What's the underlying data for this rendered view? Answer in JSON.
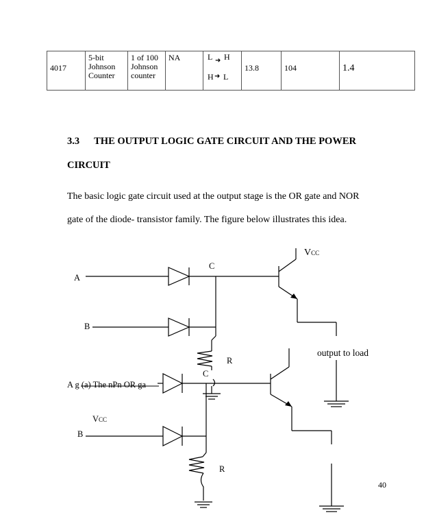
{
  "table": {
    "row": [
      "4017",
      "5-bit Johnson Counter",
      "1 of 100 Johnson counter",
      "NA",
      "",
      "13.8",
      "104",
      "1.4"
    ],
    "transition": {
      "top_from": "L",
      "top_to": "H",
      "bottom_from": "H",
      "bottom_to": "L"
    }
  },
  "section": {
    "number": "3.3",
    "title_line1": "THE OUTPUT LOGIC GATE CIRCUIT AND THE POWER",
    "title_line2": "CIRCUIT"
  },
  "paragraph": {
    "line1": "The basic logic gate circuit used at the output stage is the OR gate and NOR",
    "line2": "gate of the diode- transistor family. The figure below illustrates this idea."
  },
  "circuit": {
    "vcc_top": "VCC",
    "input_a_top": "A",
    "input_b_top": "B",
    "node_c_top": "C",
    "resistor_top": "R",
    "output_label": "output to load",
    "node_c_bottom": "C",
    "caption_fragment": "A  g (a) The nPn OR ga",
    "vcc_bottom": "VCC",
    "input_b_bottom": "B",
    "resistor_bottom": "R"
  },
  "page_number": "40"
}
